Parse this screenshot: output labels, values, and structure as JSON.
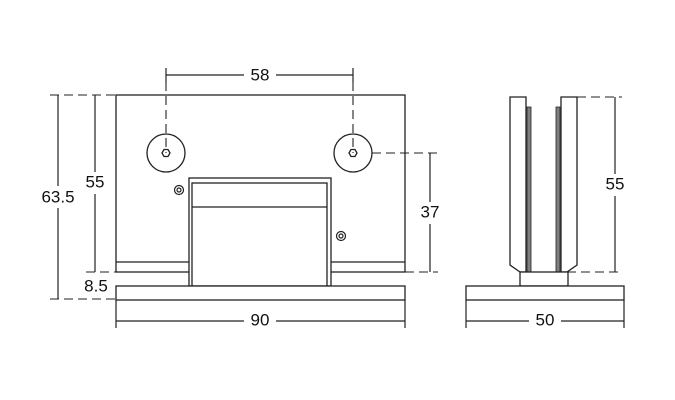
{
  "front_view": {
    "dimensions": {
      "hole_spacing": "58",
      "overall_height": "63.5",
      "plate_height": "55",
      "base_thickness": "8.5",
      "hole_height": "37",
      "width": "90"
    }
  },
  "side_view": {
    "dimensions": {
      "height": "55",
      "width": "50"
    }
  },
  "colors": {
    "line": "#222222",
    "gasket": "#808080"
  }
}
